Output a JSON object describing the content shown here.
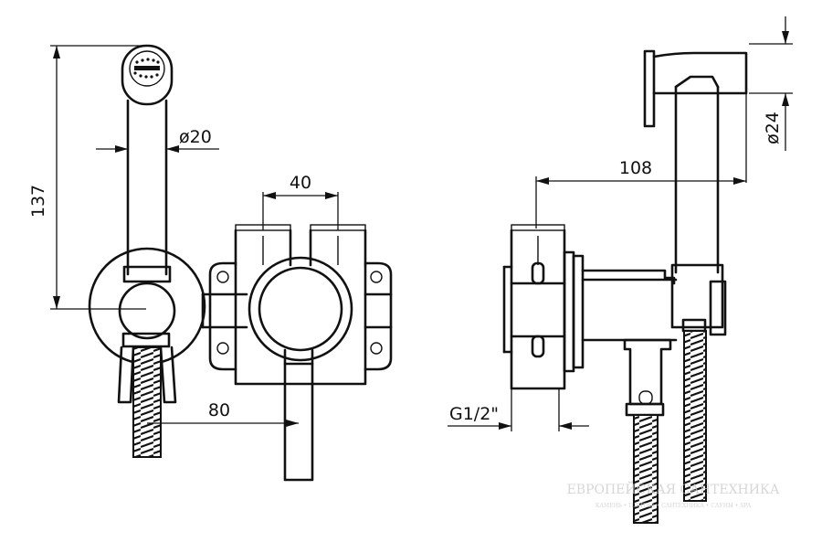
{
  "drawing": {
    "dimensions": {
      "height_137": "137",
      "dia_20": "ø20",
      "spacing_40": "40",
      "offset_80": "80",
      "depth_108": "108",
      "dia_24": "ø24",
      "thread": "G1/2\""
    },
    "watermark": {
      "line1": "ЕВРОПЕЙСКАЯ САНТЕХНИКА",
      "line2": "КАМЕНЬ • ПЛИТКА • САНТЕХНИКА • САУНЫ • SPA"
    }
  }
}
